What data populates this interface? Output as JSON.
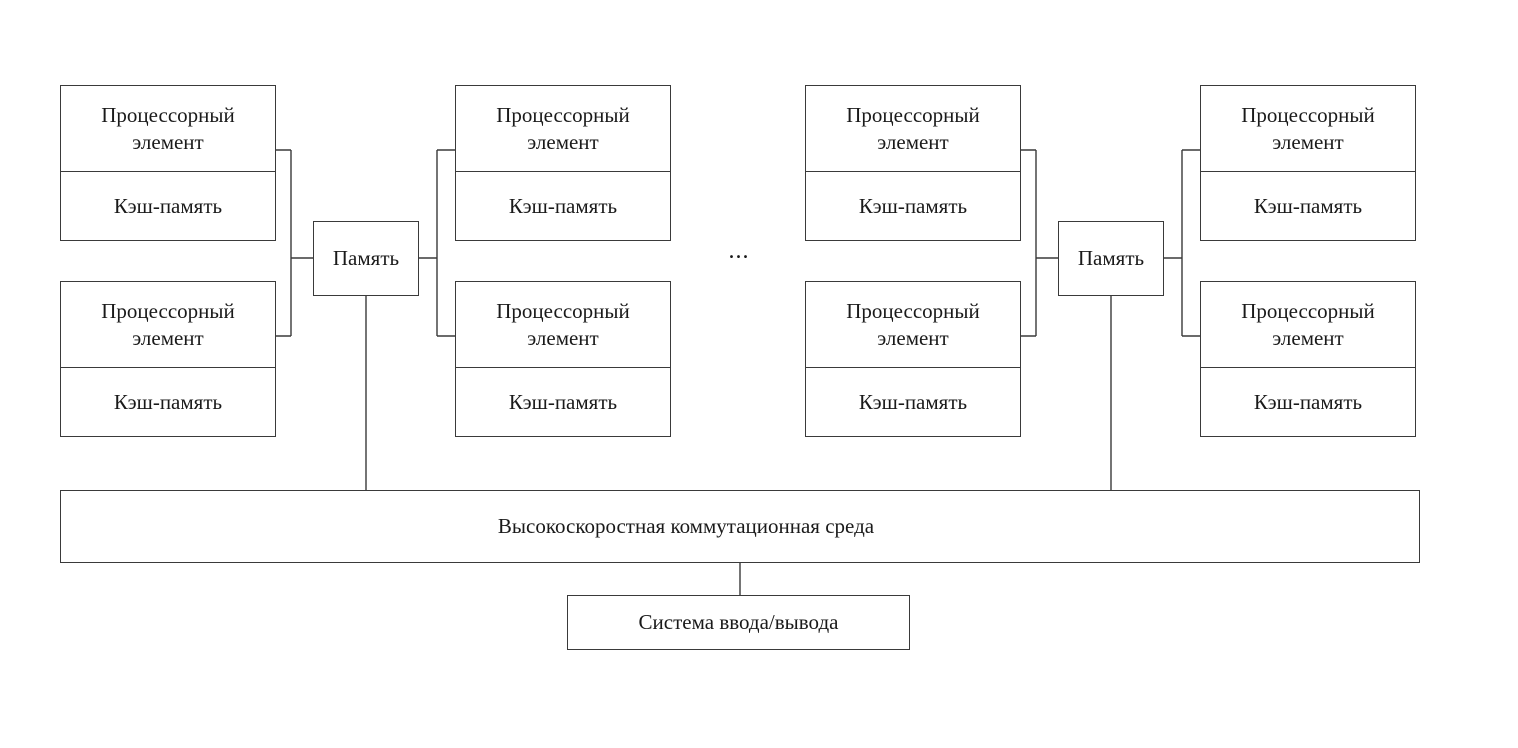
{
  "diagram": {
    "processor_element": {
      "title": "Процессорный элемент",
      "cache": "Кэш-память"
    },
    "memory": "Память",
    "ellipsis": "...",
    "interconnect": "Высокоскоростная коммутационная среда",
    "io_system": "Система ввода/вывода"
  }
}
